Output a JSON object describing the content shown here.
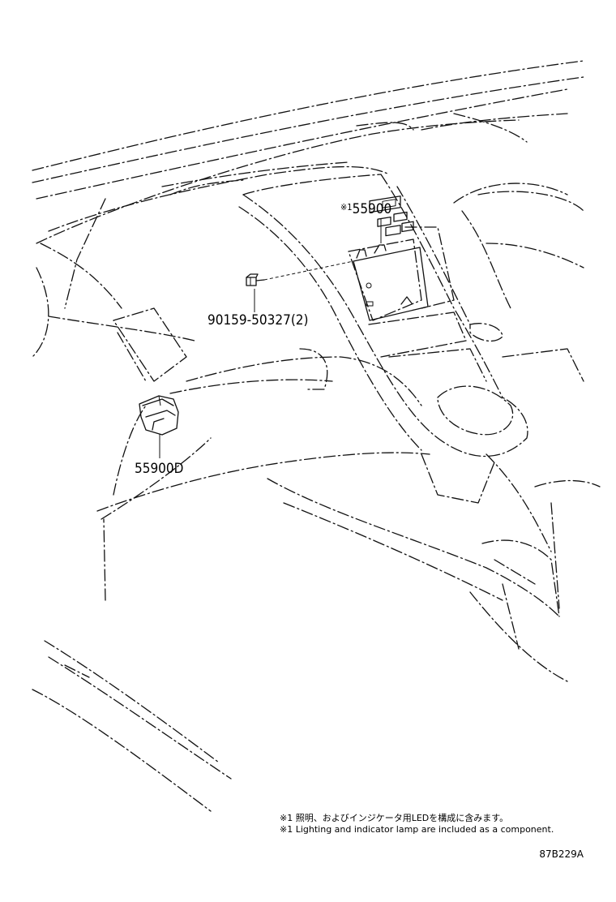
{
  "callouts": {
    "control_panel": {
      "marker": "※1",
      "part_number": "55900"
    },
    "screw": {
      "part_number": "90159-50327",
      "quantity": "(2)"
    },
    "lower_part": {
      "part_number": "55900D"
    }
  },
  "notes": [
    "※1 照明、およびインジケータ用LEDを構成に含みます。",
    "※1 Lighting and indicator lamp are included as a component."
  ],
  "illustration_code": "87B229A",
  "icons": [
    "control-panel-icon",
    "screw-icon",
    "switch-part-icon"
  ]
}
